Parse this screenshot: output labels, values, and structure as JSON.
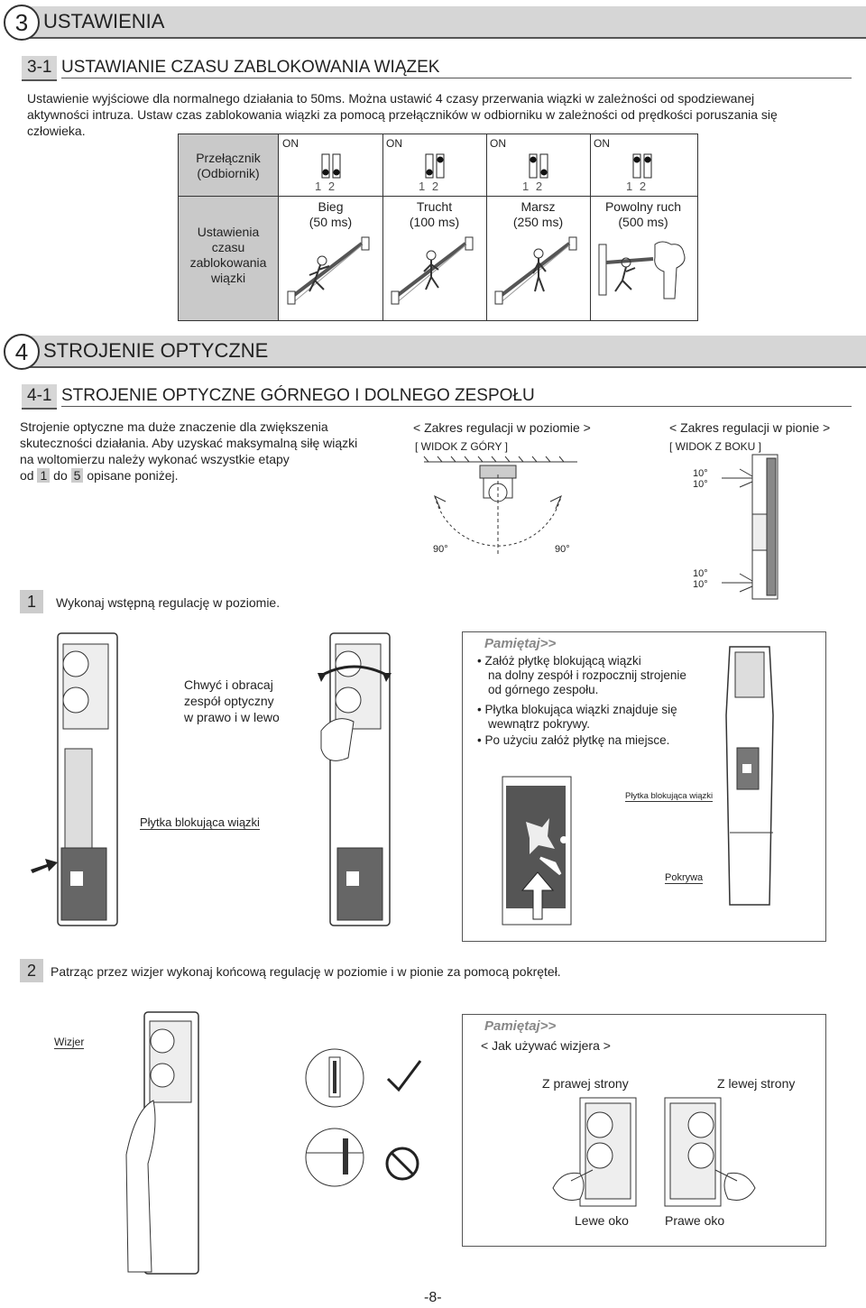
{
  "section3": {
    "number": "3",
    "title": "USTAWIENIA"
  },
  "sub31": {
    "number": "3-1",
    "title": "USTAWIANIE CZASU ZABLOKOWANIA WIĄZEK"
  },
  "sub31_text": [
    "Ustawienie wyjściowe dla normalnego działania to 50ms. Można ustawić 4 czasy przerwania wiązki w zależności od spodziewanej",
    "aktywności intruza. Ustaw czas zablokowania wiązki za pomocą przełączników w odbiorniku w zależności od prędkości poruszania się",
    "człowieka."
  ],
  "table": {
    "row1_label": [
      "Przełącznik",
      "(Odbiornik)"
    ],
    "row2_label": [
      "Ustawienia",
      "czasu",
      "zablokowania",
      "wiązki"
    ],
    "on_label": "ON",
    "dip_numbers": "1 2",
    "columns": [
      {
        "mode": "Bieg",
        "time": "(50 ms)"
      },
      {
        "mode": "Trucht",
        "time": "(100 ms)"
      },
      {
        "mode": "Marsz",
        "time": "(250 ms)"
      },
      {
        "mode": "Powolny ruch",
        "time": "(500 ms)"
      }
    ]
  },
  "section4": {
    "number": "4",
    "title": "STROJENIE OPTYCZNE"
  },
  "sub41": {
    "number": "4-1",
    "title": "STROJENIE OPTYCZNE GÓRNEGO I DOLNEGO ZESPOŁU"
  },
  "sub41_text": [
    "Strojenie optyczne ma duże znaczenie dla zwiększenia",
    "skuteczności działania. Aby uzyskać maksymalną siłę wiązki",
    "na woltomierzu należy wykonać wszystkie etapy"
  ],
  "sub41_last": {
    "pre": "od",
    "n1": "1",
    "mid": "do",
    "n2": "5",
    "post": "opisane poniżej."
  },
  "horizontal": {
    "title": "< Zakres regulacji w poziomie >",
    "view": "[ WIDOK Z GÓRY ]",
    "angle_left": "90°",
    "angle_right": "90°"
  },
  "vertical": {
    "title": "< Zakres regulacji w pionie >",
    "view": "[ WIDOK Z BOKU ]",
    "angles": [
      "10°",
      "10°",
      "10°",
      "10°"
    ]
  },
  "step1": {
    "number": "1",
    "text": "Wykonaj wstępną regulację w poziomie."
  },
  "step1_fig": {
    "instruction": [
      "Chwyć i obracaj",
      "zespół optyczny",
      "w prawo i w lewo"
    ],
    "plate_label": "Płytka blokująca wiązki"
  },
  "remember1": {
    "title": "Pamiętaj>>",
    "bullets": [
      [
        "Załóż płytkę blokującą wiązki",
        "na dolny zespół i rozpocznij strojenie",
        "od górnego zespołu."
      ],
      [
        "Płytka blokująca wiązki znajduje się",
        "wewnątrz pokrywy."
      ],
      [
        "Po użyciu załóż płytkę na miejsce."
      ]
    ],
    "plate_label": "Płytka blokująca wiązki",
    "cover_label": "Pokrywa"
  },
  "step2": {
    "number": "2",
    "text": "Patrząc przez wizjer wykonaj końcową regulację w poziomie i w pionie za pomocą pokręteł."
  },
  "step2_fig": {
    "viewfinder_label": "Wizjer"
  },
  "remember2": {
    "title": "Pamiętaj>>",
    "subtitle": "< Jak używać wizjera >",
    "right_side": "Z prawej strony",
    "left_side": "Z lewej strony",
    "left_eye": "Lewe oko",
    "right_eye": "Prawe oko"
  },
  "page_number": "-8-"
}
